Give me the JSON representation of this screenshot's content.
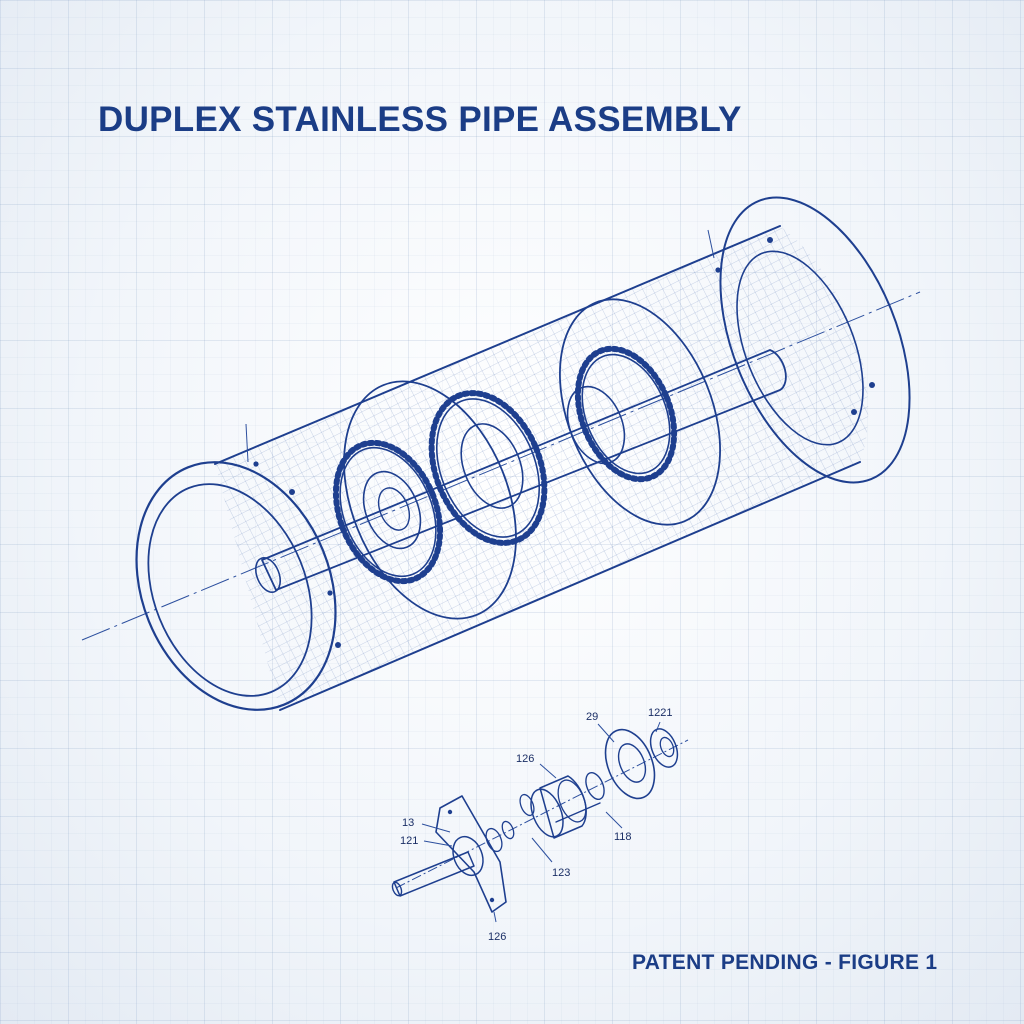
{
  "title": "DUPLEX STAINLESS PIPE ASSEMBLY",
  "caption": "PATENT PENDING - FIGURE 1",
  "part_labels": {
    "l13": "13",
    "l121": "121",
    "l126_top": "126",
    "l126_bottom": "126",
    "l123": "123",
    "l118": "118",
    "l29": "29",
    "l1221": "1221"
  },
  "colors": {
    "ink": "#1e3f8f",
    "title": "#1b3d86",
    "grid": "#90a8cc",
    "background": "#f4f7fb"
  }
}
